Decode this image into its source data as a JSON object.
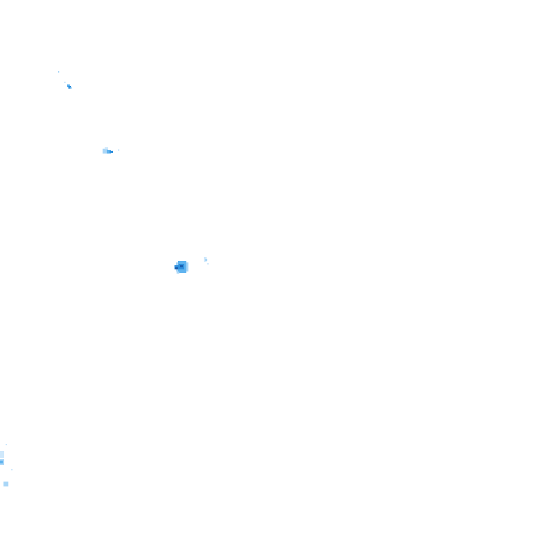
{
  "layer": {
    "kind": "precipitation radar overlay tile",
    "background": "transparent",
    "palette": {
      "very_light": "#cfe8fb",
      "light": "#a9d6f7",
      "medium": "#5fb3ef",
      "strong": "#2f8fdc",
      "heavy": "#1c5fb0"
    },
    "echo_cells": [
      {
        "id": "cell-nw-small",
        "intensity": "strong"
      },
      {
        "id": "cell-west-mid",
        "intensity": "strong"
      },
      {
        "id": "cell-center-core",
        "intensity": "heavy"
      },
      {
        "id": "cell-center-east-fragment",
        "intensity": "light"
      },
      {
        "id": "cell-sw-edge",
        "intensity": "medium"
      }
    ]
  }
}
